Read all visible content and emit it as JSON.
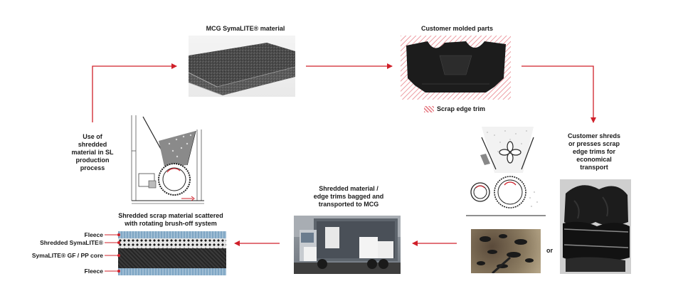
{
  "labels": {
    "material": "MCG SymaLITE® material",
    "parts": "Customer molded parts",
    "trim_legend": "Scrap edge trim",
    "shreds": [
      "Customer shreds",
      "or presses scrap",
      "edge trims for",
      "economical",
      "transport"
    ],
    "bagged": [
      "Shredded material /",
      "edge trims bagged and",
      "transported to MCG"
    ],
    "scatter": [
      "Shredded scrap material scattered",
      "with rotating brush-off system"
    ],
    "use": [
      "Use of",
      "shredded",
      "material in SL",
      "production",
      "process"
    ],
    "or": "or"
  },
  "layers": [
    "Fleece",
    "Shredded SymaLITE®",
    "SymaLITE® GF / PP core",
    "Fleece"
  ],
  "colors": {
    "arrow": "#d0202a",
    "hatch": "#e8848c",
    "layer_blue": "#7fa6c4"
  }
}
